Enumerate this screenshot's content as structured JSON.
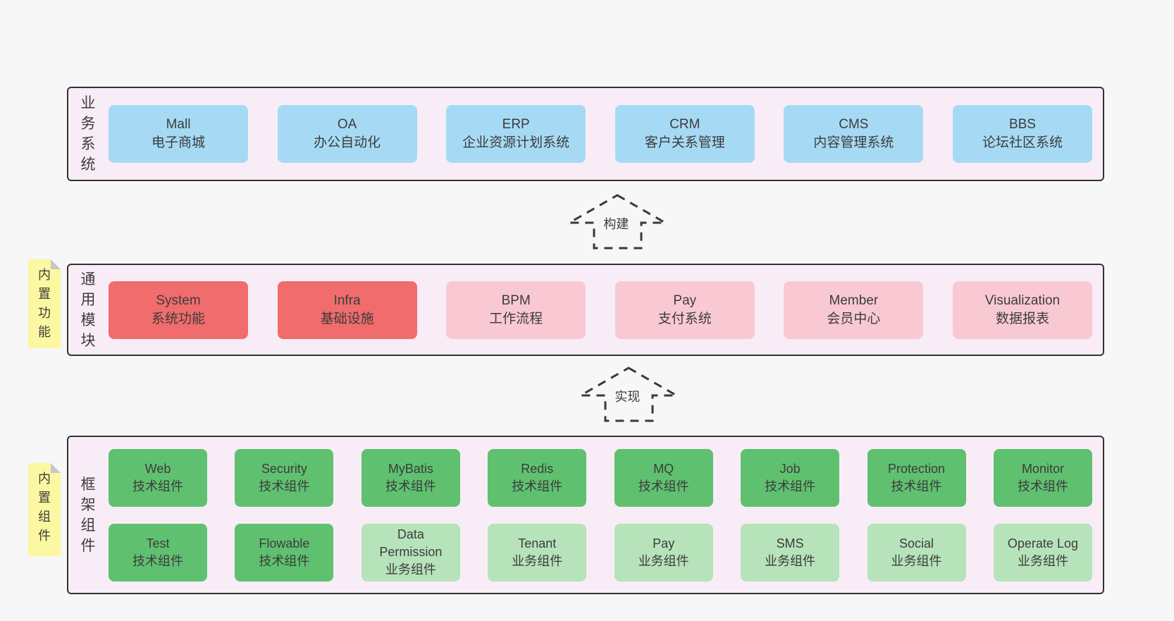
{
  "palette": {
    "page_bg": "#f7f7f7",
    "section_bg": "#f8edf7",
    "section_border": "#333333",
    "blue": "#a6daf4",
    "red": "#f16c6c",
    "pink": "#f9c9d3",
    "green_dark": "#5fc170",
    "green_light": "#b7e3bb",
    "note_bg": "#fbf8a1",
    "note_fold": "#c8c8c8",
    "text": "#3c3c3c"
  },
  "sections": [
    {
      "label": "业务系统",
      "boxes": [
        {
          "name": "Mall",
          "desc": "电子商城"
        },
        {
          "name": "OA",
          "desc": "办公自动化"
        },
        {
          "name": "ERP",
          "desc": "企业资源计划系统"
        },
        {
          "name": "CRM",
          "desc": "客户关系管理"
        },
        {
          "name": "CMS",
          "desc": "内容管理系统"
        },
        {
          "name": "BBS",
          "desc": "论坛社区系统"
        }
      ]
    },
    {
      "label": "通用模块",
      "note": "内置功能",
      "boxes": [
        {
          "name": "System",
          "desc": "系统功能"
        },
        {
          "name": "Infra",
          "desc": "基础设施"
        },
        {
          "name": "BPM",
          "desc": "工作流程"
        },
        {
          "name": "Pay",
          "desc": "支付系统"
        },
        {
          "name": "Member",
          "desc": "会员中心"
        },
        {
          "name": "Visualization",
          "desc": "数据报表"
        }
      ]
    },
    {
      "label": "框架组件",
      "note": "内置组件",
      "rows": [
        [
          {
            "name": "Web",
            "desc": "技术组件"
          },
          {
            "name": "Security",
            "desc": "技术组件"
          },
          {
            "name": "MyBatis",
            "desc": "技术组件"
          },
          {
            "name": "Redis",
            "desc": "技术组件"
          },
          {
            "name": "MQ",
            "desc": "技术组件"
          },
          {
            "name": "Job",
            "desc": "技术组件"
          },
          {
            "name": "Protection",
            "desc": "技术组件"
          },
          {
            "name": "Monitor",
            "desc": "技术组件"
          }
        ],
        [
          {
            "name": "Test",
            "desc": "技术组件"
          },
          {
            "name": "Flowable",
            "desc": "技术组件"
          },
          {
            "name": "Data Permission",
            "desc": "业务组件"
          },
          {
            "name": "Tenant",
            "desc": "业务组件"
          },
          {
            "name": "Pay",
            "desc": "业务组件"
          },
          {
            "name": "SMS",
            "desc": "业务组件"
          },
          {
            "name": "Social",
            "desc": "业务组件"
          },
          {
            "name": "Operate Log",
            "desc": "业务组件"
          }
        ]
      ]
    }
  ],
  "arrows": [
    {
      "label": "构建"
    },
    {
      "label": "实现"
    }
  ]
}
